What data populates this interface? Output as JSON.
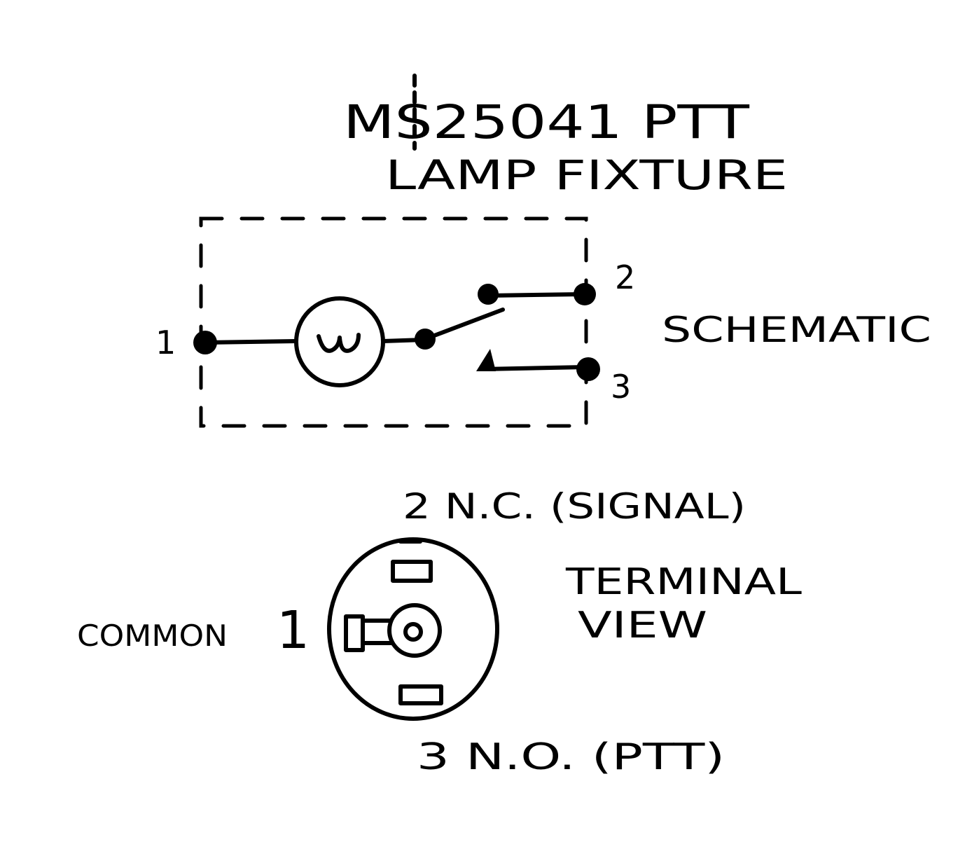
{
  "title": {
    "line1": "MS25041 PTT",
    "line2": "LAMP FIXTURE"
  },
  "schematic": {
    "label": "SCHEMATIC",
    "terminal_1": "1",
    "terminal_2": "2",
    "terminal_3": "3"
  },
  "terminal_view": {
    "label_line1": "TERMINAL",
    "label_line2": "VIEW",
    "top_label": "2 N.C. (SIGNAL)",
    "bottom_label": "3 N.O. (PTT)",
    "common_label": "COMMON",
    "common_number": "1"
  }
}
